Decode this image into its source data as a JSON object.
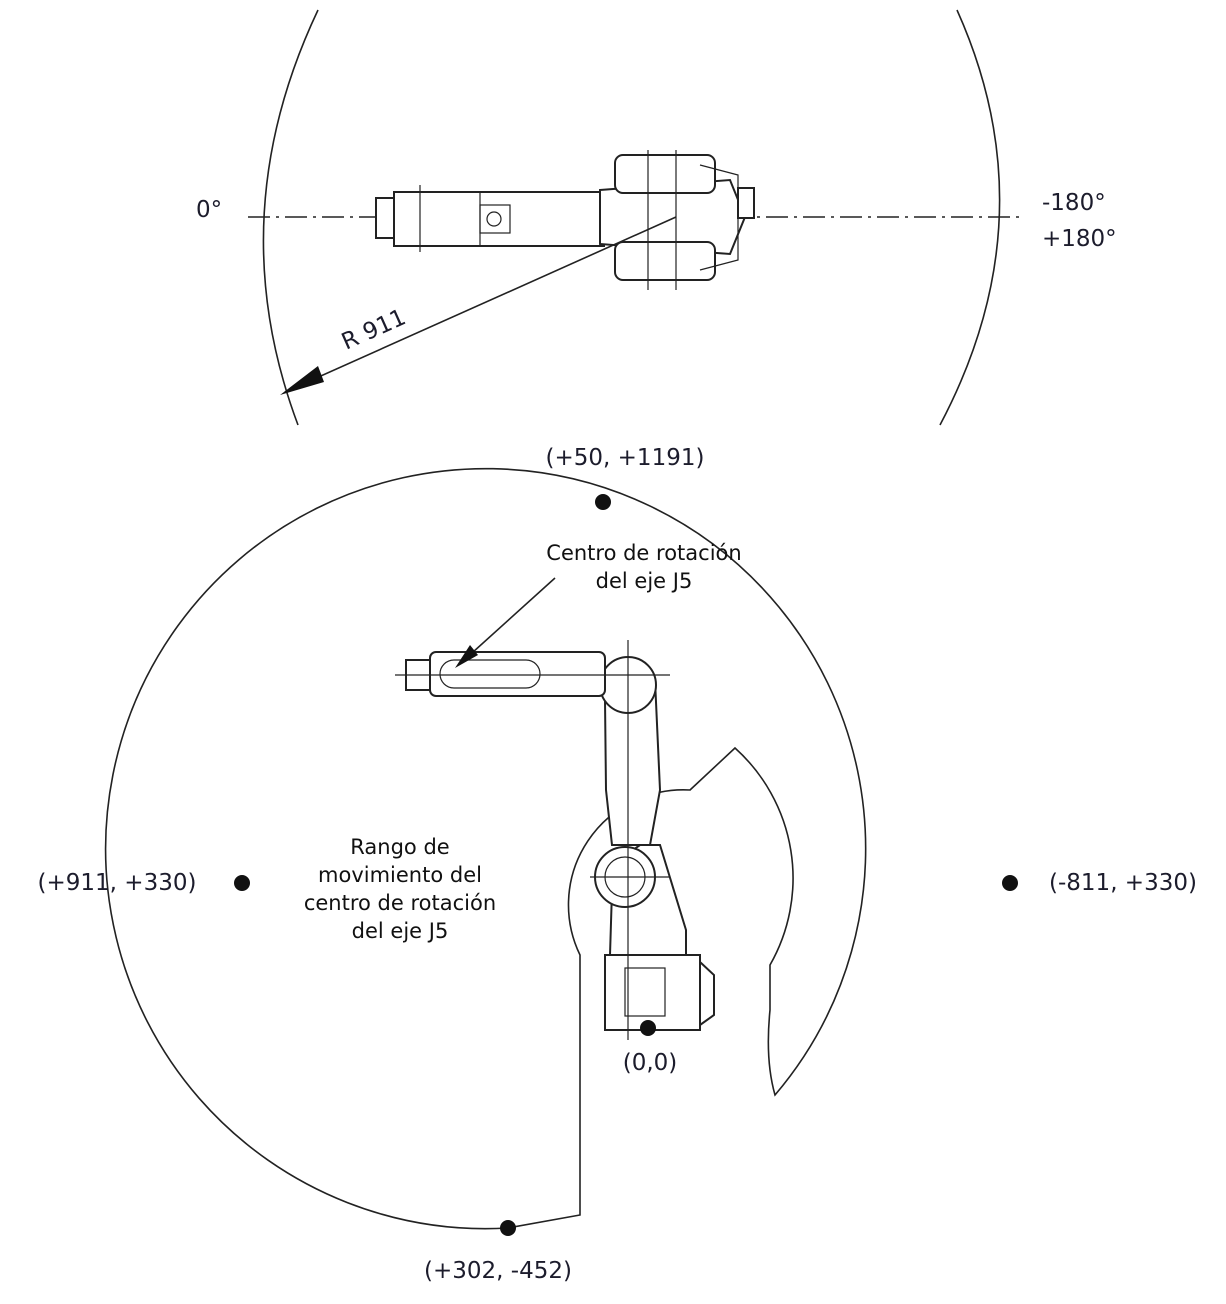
{
  "top_view": {
    "angle_left": "0°",
    "angle_right_1": "-180°",
    "angle_right_2": "+180°",
    "radius_label": "R 911"
  },
  "side_view": {
    "points": [
      {
        "label": "(+50, +1191)"
      },
      {
        "label": "(+911, +330)"
      },
      {
        "label": "(-811, +330)"
      },
      {
        "label": "(0,0)"
      },
      {
        "label": "(+302, -452)"
      }
    ],
    "callout_j5": {
      "line1": "Centro de rotación",
      "line2": "del eje J5"
    },
    "range_note": {
      "line1": "Rango de",
      "line2": "movimiento del",
      "line3": "centro de rotación",
      "line4": "del eje J5"
    }
  }
}
